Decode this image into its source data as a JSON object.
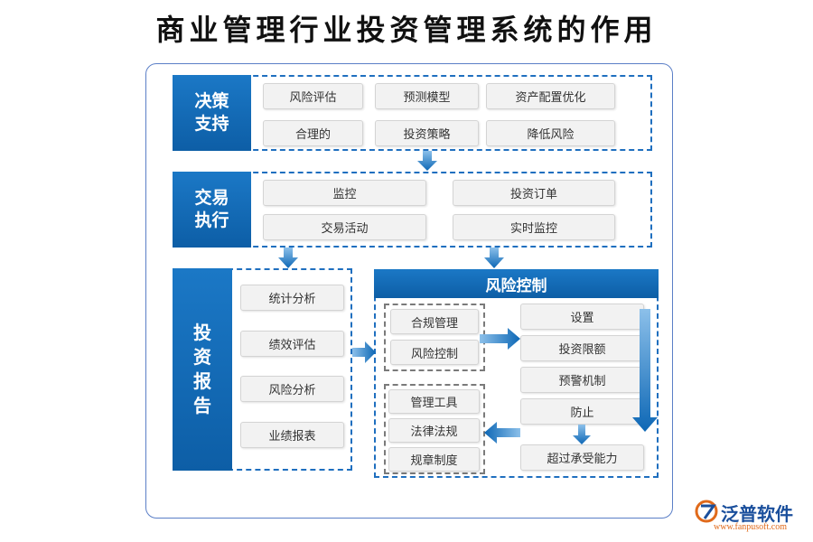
{
  "title": "商业管理行业投资管理系统的作用",
  "decision": {
    "label": "决策\n支持",
    "items": [
      "风险评估",
      "预测模型",
      "资产配置优化",
      "合理的",
      "投资策略",
      "降低风险"
    ]
  },
  "trade": {
    "label": "交易\n执行",
    "items": [
      "监控",
      "投资订单",
      "交易活动",
      "实时监控"
    ]
  },
  "report": {
    "label": "投\n资\n报\n告",
    "items": [
      "统计分析",
      "绩效评估",
      "风险分析",
      "业绩报表"
    ]
  },
  "risk": {
    "title": "风险控制",
    "group1": [
      "合规管理",
      "风险控制"
    ],
    "group2": [
      "管理工具",
      "法律法规",
      "规章制度"
    ],
    "right": [
      "设置",
      "投资限额",
      "预警机制",
      "防止",
      "超过承受能力"
    ]
  },
  "logo": {
    "name": "泛普软件",
    "url": "www.fanpusoft.com"
  },
  "colors": {
    "primary": "#0d67b5",
    "dash": "#1f6fbf",
    "box": "#f2f2f2"
  }
}
